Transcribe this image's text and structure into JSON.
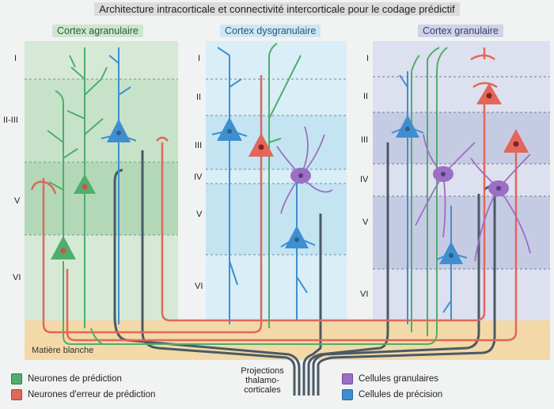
{
  "title": "Architecture intracorticale et connectivité intercorticale pour le codage prédictif",
  "columns": [
    {
      "title": "Cortex agranulaire",
      "layers": [
        "I",
        "II-III",
        "V",
        "VI"
      ]
    },
    {
      "title": "Cortex dysgranulaire",
      "layers": [
        "I",
        "II",
        "III",
        "IV",
        "V",
        "VI"
      ]
    },
    {
      "title": "Cortex granulaire",
      "layers": [
        "I",
        "II",
        "III",
        "IV",
        "V",
        "VI"
      ]
    }
  ],
  "white_matter": "Matière blanche",
  "projections": [
    "Projections",
    "thalamo-",
    "corticales"
  ],
  "legend": [
    {
      "label": "Neurones de prédiction",
      "color": "#4fae6c"
    },
    {
      "label": "Neurones d'erreur de prédiction",
      "color": "#e0675a"
    },
    {
      "label": "Cellules granulaires",
      "color": "#9b6fc4"
    },
    {
      "label": "Cellules de précision",
      "color": "#3f8fd0"
    }
  ],
  "colors": {
    "prediction": "#4fae6c",
    "error": "#e0675a",
    "granular": "#9b6fc4",
    "precision": "#3f8fd0",
    "thalamic": "#4a5a66",
    "white_matter_bg": "#f3d9a8"
  }
}
